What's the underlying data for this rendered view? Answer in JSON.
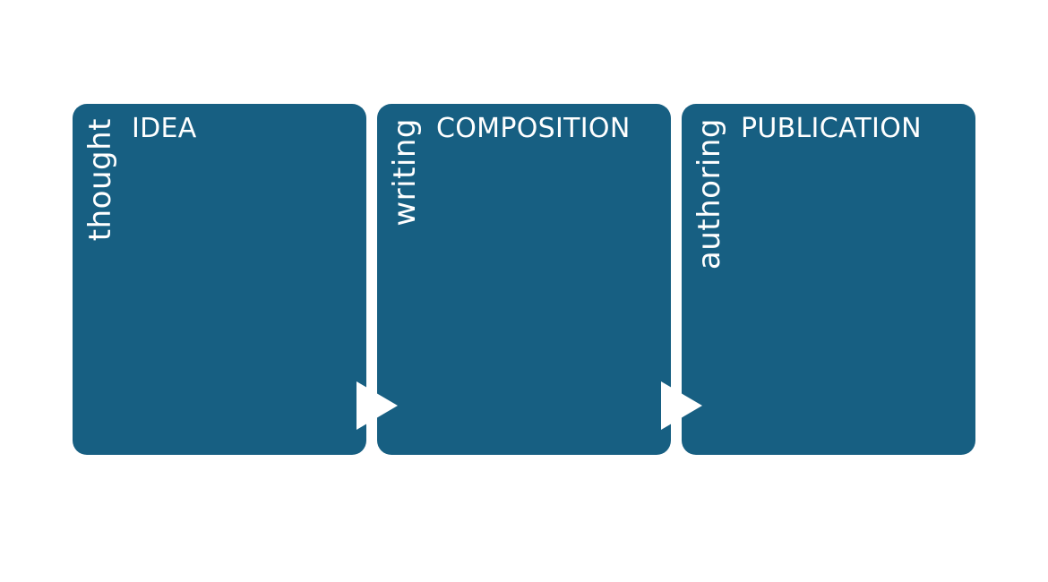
{
  "colors": {
    "box_fill": "#175f82",
    "text": "#ffffff",
    "background": "#ffffff"
  },
  "steps": [
    {
      "side_label": "thought",
      "title": "IDEA"
    },
    {
      "side_label": "writing",
      "title": "COMPOSITION"
    },
    {
      "side_label": "authoring",
      "title": "PUBLICATION"
    }
  ]
}
